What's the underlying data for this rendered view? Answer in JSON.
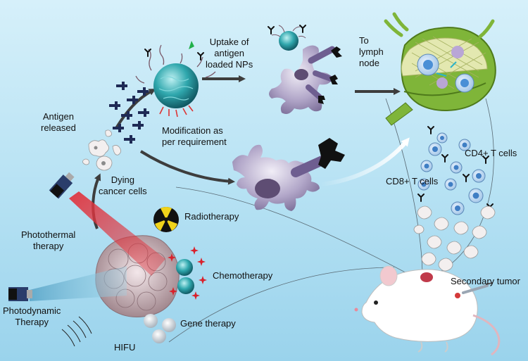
{
  "labels": {
    "uptake": [
      "Uptake of",
      "antigen",
      "loaded NPs"
    ],
    "lymph": [
      "To",
      "lymph",
      "node"
    ],
    "antigen": [
      "Antigen",
      "released"
    ],
    "modification": [
      "Modification as",
      "per requirement"
    ],
    "dying": [
      "Dying",
      "cancer cells"
    ],
    "cd4": "CD4+ T cells",
    "cd8": "CD8+ T cells",
    "photothermal": [
      "Photothermal",
      "therapy"
    ],
    "radiotherapy": "Radiotherapy",
    "chemotherapy": "Chemotherapy",
    "photodynamic": [
      "Photodynamic",
      "Therapy"
    ],
    "gene": "Gene therapy",
    "hifu": "HIFU",
    "secondary": "Secondary tumor"
  },
  "colors": {
    "nanoparticle": "#2fa7ad",
    "dendritic_cell": "#9c8fb7",
    "antibody": "#111111",
    "lymph_node": "#7fb539",
    "t_cell": "#4a8fd6",
    "radiation_symbol": "#f0d31a",
    "laser": "#d9212b",
    "sparkle": "#d9212b"
  }
}
